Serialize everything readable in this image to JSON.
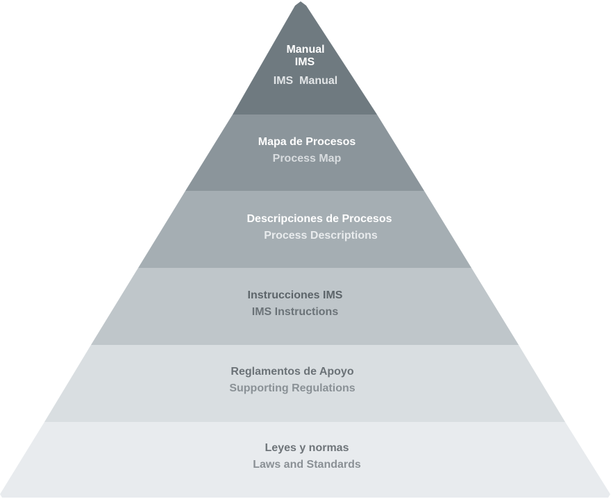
{
  "pyramid": {
    "levels": [
      {
        "lines": [
          "Manual",
          "IMS"
        ],
        "subtitle": "IMS  Manual",
        "fill": "#6f7a80",
        "title_color": "#ffffff",
        "sub_color": "#e2e5e7"
      },
      {
        "lines": [
          "Mapa de Procesos"
        ],
        "subtitle": "Process Map",
        "fill": "#8b959b",
        "title_color": "#ffffff",
        "sub_color": "#d8dcdf"
      },
      {
        "lines": [
          "Descripciones de Procesos"
        ],
        "subtitle": "Process Descriptions",
        "fill": "#a5aeb3",
        "title_color": "#ffffff",
        "sub_color": "#e8ebed"
      },
      {
        "lines": [
          "Instrucciones IMS"
        ],
        "subtitle": "IMS Instructions",
        "fill": "#bfc6ca",
        "title_color": "#5c6469",
        "sub_color": "#6b7378"
      },
      {
        "lines": [
          "Reglamentos de Apoyo"
        ],
        "subtitle": "Supporting Regulations",
        "fill": "#d9dee1",
        "title_color": "#6b7277",
        "sub_color": "#8a9196"
      },
      {
        "lines": [
          "Leyes y normas"
        ],
        "subtitle": "Laws and Standards",
        "fill": "#e8ebee",
        "title_color": "#6e7479",
        "sub_color": "#8a9095"
      }
    ]
  }
}
